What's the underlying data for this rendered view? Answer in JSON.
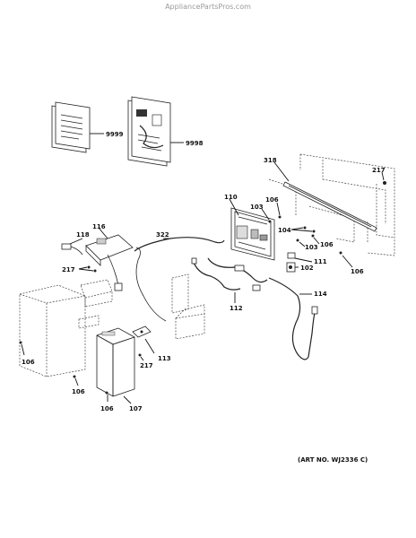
{
  "watermark": "AppliancePartsPros.com",
  "art_number": "(ART NO. WJ2336 C)",
  "callouts": {
    "c9999": "9999",
    "c9998": "9998",
    "c318": "318",
    "c217a": "217",
    "c110": "110",
    "c103a": "103",
    "c106a": "106",
    "c116": "116",
    "c118": "118",
    "c322": "322",
    "c104": "104",
    "c103b": "103",
    "c106b": "106",
    "c111": "111",
    "c102": "102",
    "c106c": "106",
    "c217b": "217",
    "c114": "114",
    "c112": "112",
    "c113": "113",
    "c217c": "217",
    "c106d": "106",
    "c106e": "106",
    "c106f": "106",
    "c107": "107"
  }
}
